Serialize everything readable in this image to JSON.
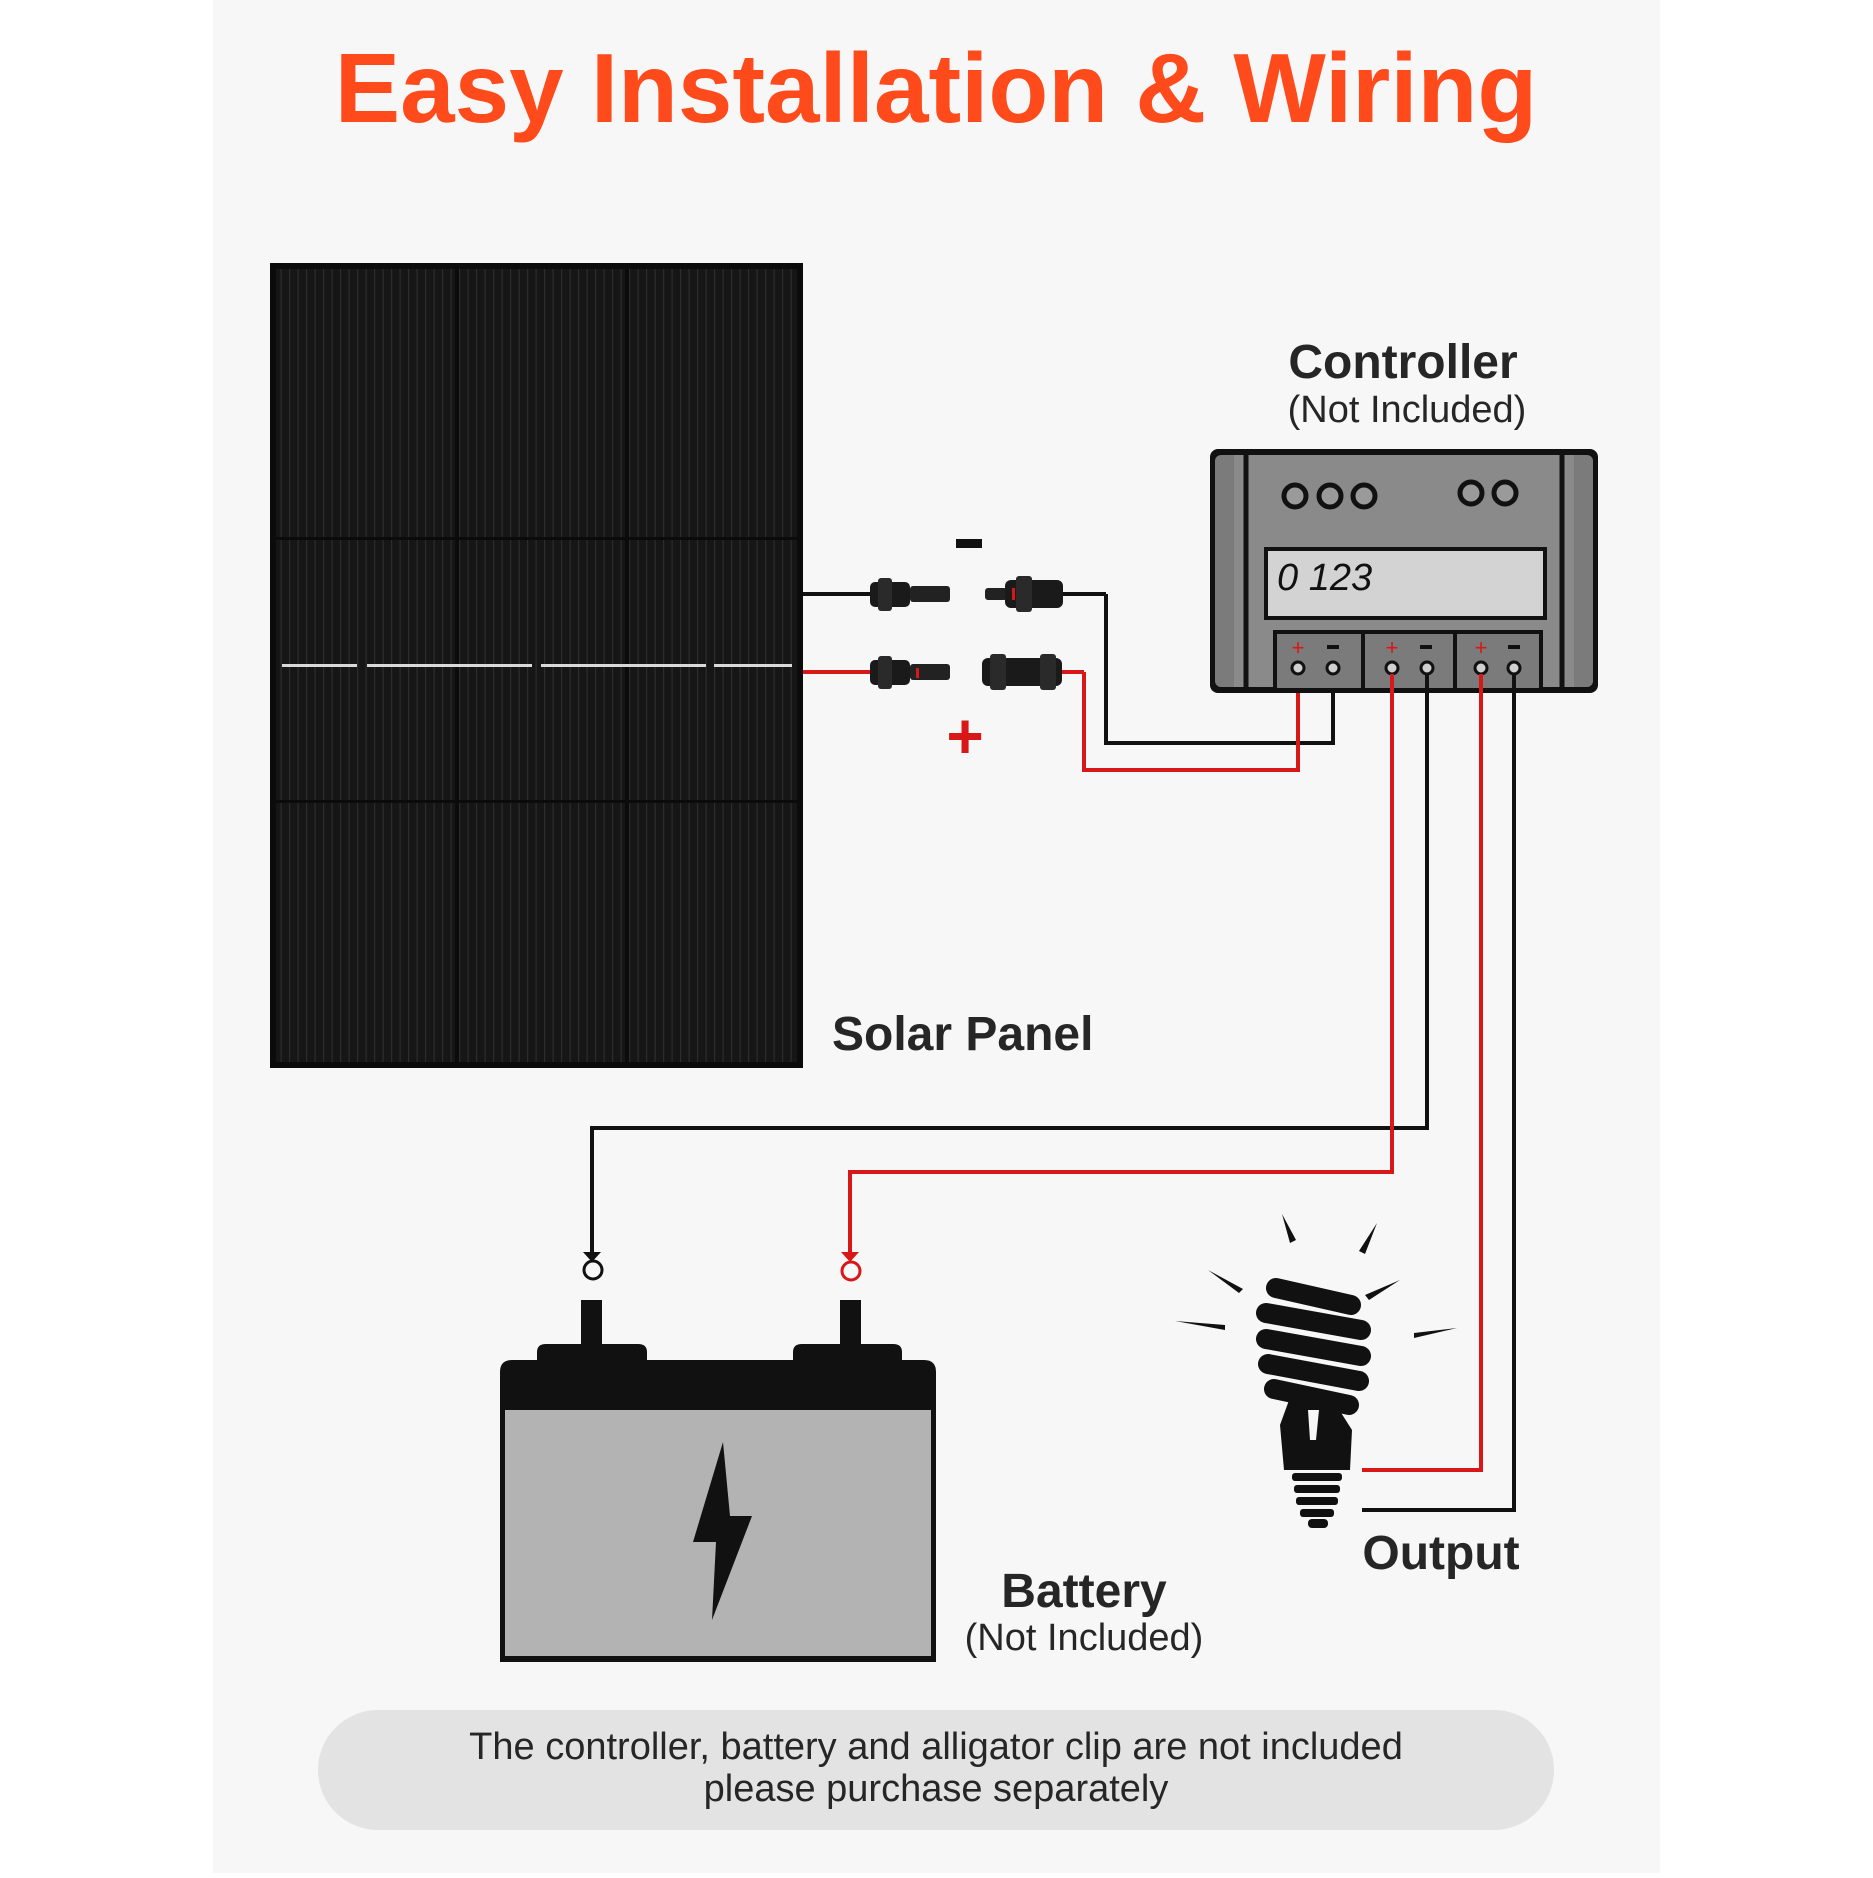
{
  "title": "Easy Installation & Wiring",
  "colors": {
    "accent": "#FF4A1C",
    "background": "#F7F7F7",
    "panel": "#111111",
    "wire_positive": "#D81818",
    "wire_negative": "#111111",
    "controller_body": "#7B7B7B",
    "battery_body": "#B3B3B3",
    "note_pill": "#E3E3E3"
  },
  "solar_panel": {
    "label": "Solar Panel",
    "minus_sign": "-",
    "plus_sign": "+"
  },
  "controller": {
    "label": "Controller",
    "sublabel": "(Not Included)",
    "display": "0 123",
    "terminal_plus": "+",
    "terminal_minus": "-"
  },
  "battery": {
    "label": "Battery",
    "sublabel": "(Not Included)",
    "icon": "lightning-bolt-icon"
  },
  "output": {
    "label": "Output",
    "icon": "light-bulb-icon"
  },
  "note": {
    "line1": "The controller, battery and alligator clip are not included",
    "line2": "please purchase separately"
  }
}
